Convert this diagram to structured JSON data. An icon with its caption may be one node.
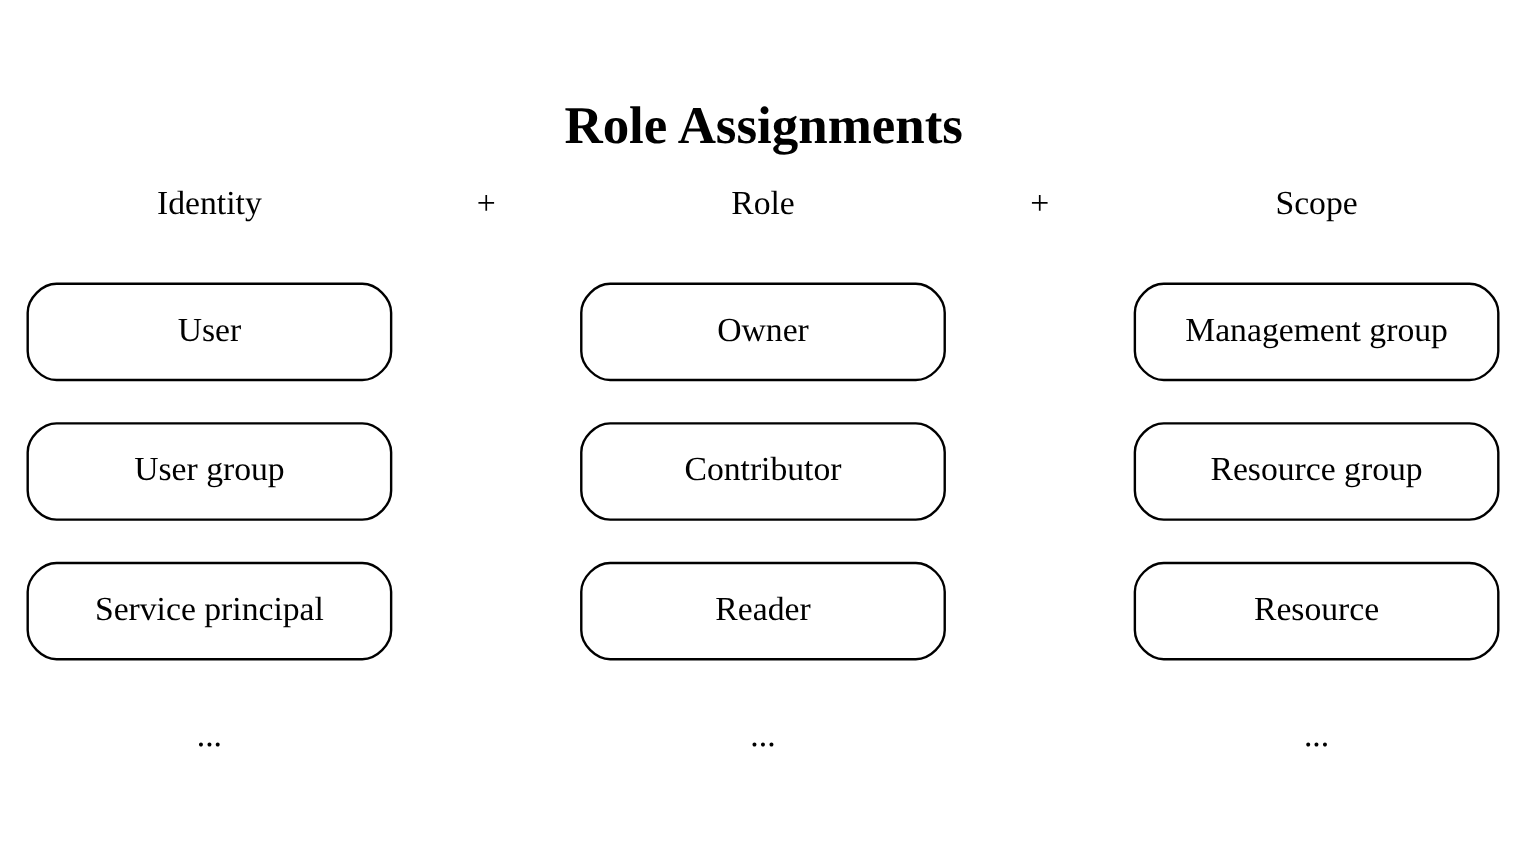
{
  "diagram": {
    "title": "Role Assignments",
    "nodes": [
      {
        "text": [
          "User"
        ]
      },
      {
        "text": [
          "Owner"
        ]
      },
      {
        "text": [
          "Management group"
        ]
      },
      {
        "text": [
          "User group"
        ]
      },
      {
        "text": [
          "Contributor"
        ]
      },
      {
        "text": [
          "Resource group"
        ]
      },
      {
        "text": [
          "Service principal"
        ]
      },
      {
        "text": [
          "Reader"
        ]
      },
      {
        "text": [
          "Resource"
        ]
      }
    ],
    "edges": [],
    "labels": [
      "Identity",
      "+",
      "Role",
      "+",
      "Scope",
      "...",
      "...",
      "..."
    ]
  }
}
